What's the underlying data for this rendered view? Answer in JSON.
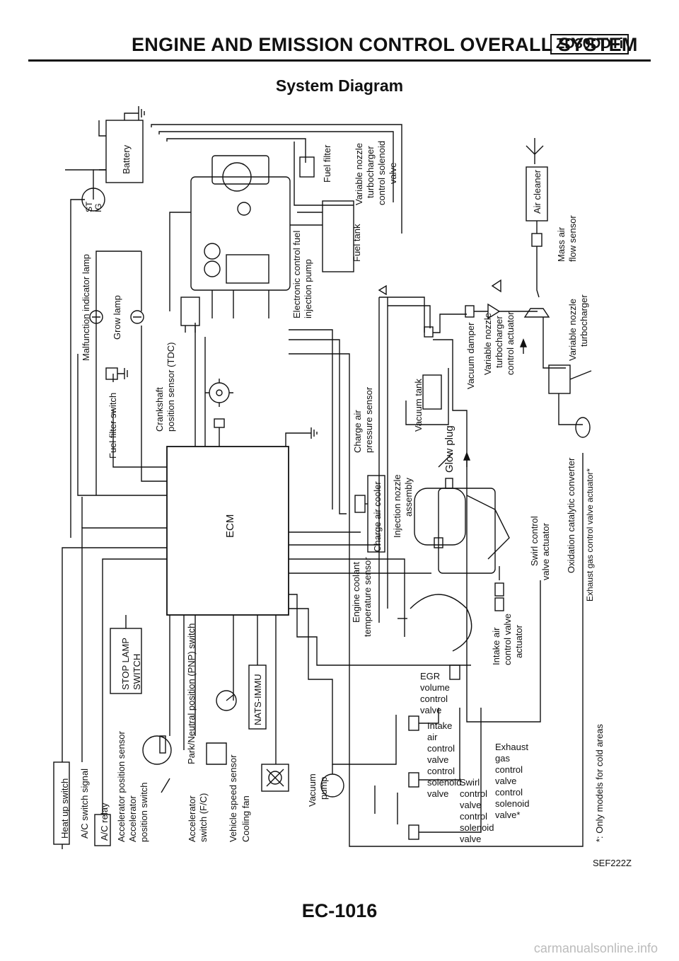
{
  "header": {
    "section_title": "ENGINE AND EMISSION CONTROL OVERALL SYSTEM",
    "engine_code": "ZD30DDTi"
  },
  "page_title": "System Diagram",
  "figure_ref": "SEF222Z",
  "page_number": "EC-1016",
  "watermark": "carmanualsonline.info",
  "footnote": "*: Only models for cold areas",
  "diagram": {
    "ecm": "ECM",
    "inputs": {
      "heat_up_switch": "Heat up switch",
      "ac_switch_signal": "A/C switch signal",
      "ac_relay": "A/C relay",
      "accelerator_position_sensor": "Accelerator position sensor",
      "accelerator_position_switch": [
        "Accelerator",
        "position switch"
      ],
      "accelerator_switch_fc": [
        "Accelerator",
        "switch (F/C)"
      ],
      "park_neutral_switch": "Park/Neutral position (PNP) switch",
      "vehicle_speed_sensor": "Vehicle speed sensor",
      "cooling_fan": "Cooling fan",
      "stop_lamp_switch": [
        "STOP LAMP",
        "SWITCH"
      ],
      "nats_immu": "NATS-IMMU",
      "fuel_filter_switch": "Fuel filter switch",
      "malfunction_indicator_lamp": "Malfunction indicator lamp",
      "grow_lamp": "Grow lamp",
      "battery": "Battery",
      "ignition": [
        "ST",
        "IG"
      ],
      "crankshaft_sensor": [
        "Crankshaft",
        "position sensor (TDC)"
      ]
    },
    "components": {
      "injection_pump": [
        "Electronic control fuel",
        "injection pump"
      ],
      "fuel_filter": "Fuel filter",
      "fuel_tank": "Fuel tank",
      "vnt_solenoid": [
        "Variable nozzle",
        "turbocharger",
        "control solenoid",
        "valve"
      ],
      "air_cleaner": "Air cleaner",
      "mass_air_flow": [
        "Mass air",
        "flow sensor"
      ],
      "vn_turbocharger": [
        "Variable nozzle",
        "turbocharger"
      ],
      "vnt_actuator": [
        "Variable nozzle",
        "turbocharger",
        "control actuator"
      ],
      "vacuum_damper": "Vacuum damper",
      "vacuum_tank": "Vacuum tank",
      "charge_air_pressure": [
        "Charge air",
        "pressure sensor"
      ],
      "charge_air_cooler": "Charge air cooler",
      "injection_nozzle": [
        "Injection nozzle",
        "assembly"
      ],
      "glow_plug": "Glow plug",
      "swirl_actuator": [
        "Swirl control",
        "valve actuator"
      ],
      "oxidation_catalyst": "Oxidation catalytic converter",
      "exhaust_gas_actuator": "Exhaust gas control valve actuator*",
      "engine_coolant_sensor": [
        "Engine coolant",
        "temperature sensor"
      ],
      "intake_air_actuator": [
        "Intake air",
        "control valve",
        "actuator"
      ],
      "egr_solenoid": [
        "EGR",
        "volume",
        "control",
        "valve"
      ],
      "intake_air_solenoid": [
        "Intake",
        "air",
        "control",
        "valve",
        "control",
        "solenoid",
        "valve"
      ],
      "swirl_solenoid": [
        "Swirl",
        "control",
        "valve",
        "control",
        "solenoid",
        "valve"
      ],
      "exhaust_gas_solenoid": [
        "Exhaust",
        "gas",
        "control",
        "valve",
        "control",
        "solenoid",
        "valve*"
      ],
      "vacuum_pump": [
        "Vacuum",
        "pump"
      ]
    }
  }
}
